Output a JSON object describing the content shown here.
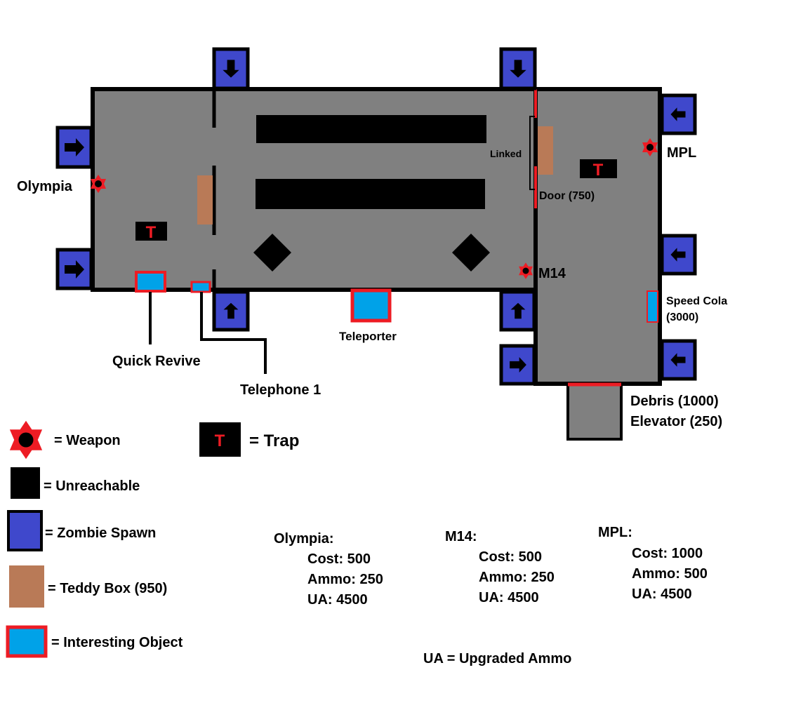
{
  "colors": {
    "floor": "#808080",
    "wall": "#000000",
    "spawn": "#3f48cc",
    "teddy": "#b97a57",
    "object": "#00a2e8",
    "red": "#ed1c24"
  },
  "map": {
    "weapons": [
      "Olympia",
      "MPL",
      "M14"
    ],
    "labels": {
      "quick_revive": "Quick Revive",
      "telephone": "Telephone 1",
      "teleporter": "Teleporter",
      "linked": "Linked",
      "door": "Door (750)",
      "speed_cola_1": "Speed Cola",
      "speed_cola_2": "(3000)",
      "debris": "Debris (1000)",
      "elevator": "Elevator (250)"
    },
    "trap_glyph": "T"
  },
  "legend": {
    "weapon": "= Weapon",
    "trap": "= Trap",
    "unreachable": "= Unreachable",
    "spawn": "= Zombie Spawn",
    "teddy": "= Teddy Box (950)",
    "object": "= Interesting Object"
  },
  "weapon_stats": [
    {
      "name": "Olympia:",
      "cost": "Cost: 500",
      "ammo": "Ammo: 250",
      "ua": "UA: 4500"
    },
    {
      "name": "M14:",
      "cost": "Cost: 500",
      "ammo": "Ammo: 250",
      "ua": "UA: 4500"
    },
    {
      "name": "MPL:",
      "cost": "Cost: 1000",
      "ammo": "Ammo: 500",
      "ua": "UA: 4500"
    }
  ],
  "footnote": "UA = Upgraded Ammo"
}
